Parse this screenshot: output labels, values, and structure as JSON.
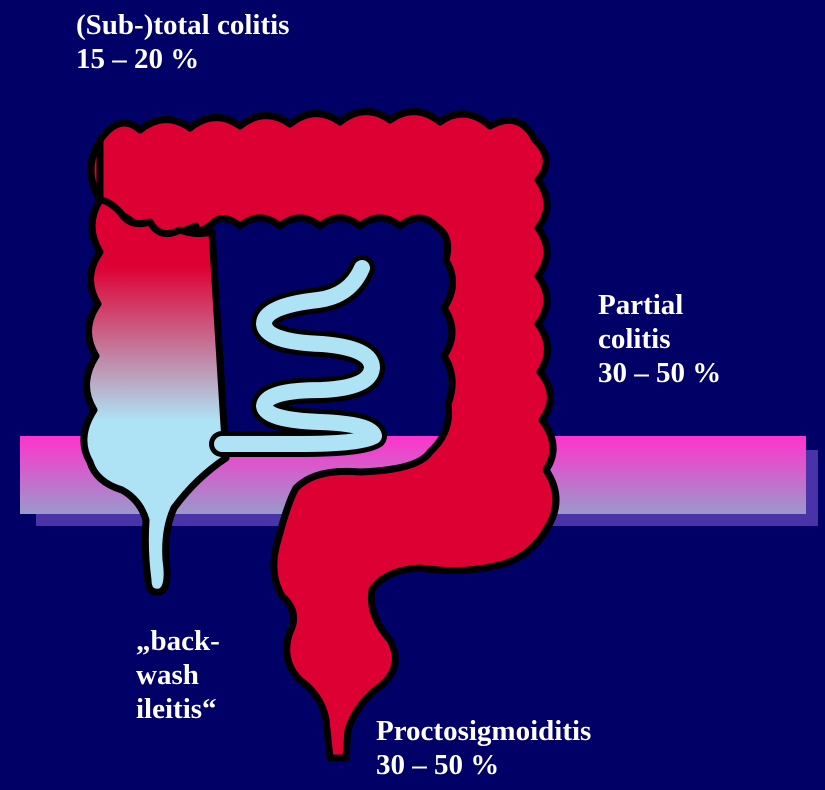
{
  "colors": {
    "background": "#000066",
    "inflamed": "#dd0033",
    "healthy": "#aee2f5",
    "outline": "#000000",
    "band_top": "#ff33cc",
    "band_bottom": "#9999cc",
    "band_shadow": "#4a33a8",
    "text": "#ffffff"
  },
  "labels": {
    "subtotal": {
      "line1": "(Sub-)total colitis",
      "line2": "15 – 20 %"
    },
    "partial": {
      "line1": "Partial",
      "line2": "colitis",
      "line3": "30 – 50 %"
    },
    "backwash": {
      "line1": "„back-",
      "line2": "wash",
      "line3": "ileitis“"
    },
    "procto": {
      "line1": "Proctosigmoiditis",
      "line2": "30 – 50 %"
    }
  }
}
